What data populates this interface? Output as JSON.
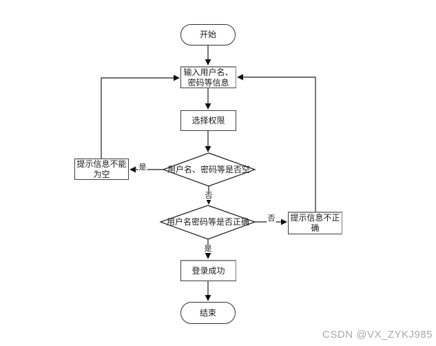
{
  "diagram": {
    "type": "flowchart",
    "nodes": {
      "start": {
        "shape": "terminator",
        "label": "开始"
      },
      "input_info": {
        "shape": "process",
        "label": "输入用户名、密码等信息"
      },
      "select_permission": {
        "shape": "process",
        "label": "选择权限"
      },
      "check_empty": {
        "shape": "decision",
        "label": "用户名、密码等是否空"
      },
      "prompt_empty": {
        "shape": "process",
        "label": "提示信息不能为空"
      },
      "check_correct": {
        "shape": "decision",
        "label": "用户名密码等是否正确"
      },
      "prompt_incorrect": {
        "shape": "process",
        "label": "提示信息不正确"
      },
      "login_success": {
        "shape": "process",
        "label": "登录成功"
      },
      "end": {
        "shape": "terminator",
        "label": "结束"
      }
    },
    "edge_labels": {
      "empty_yes": "是",
      "empty_no": "否",
      "correct_no": "否",
      "correct_yes": "是"
    },
    "colors": {
      "stroke": "#1c1c1c",
      "fill": "#ffffff",
      "watermark_gray": "#a8a8a8"
    }
  },
  "watermark": "CSDN @VX_ZYKJ985"
}
